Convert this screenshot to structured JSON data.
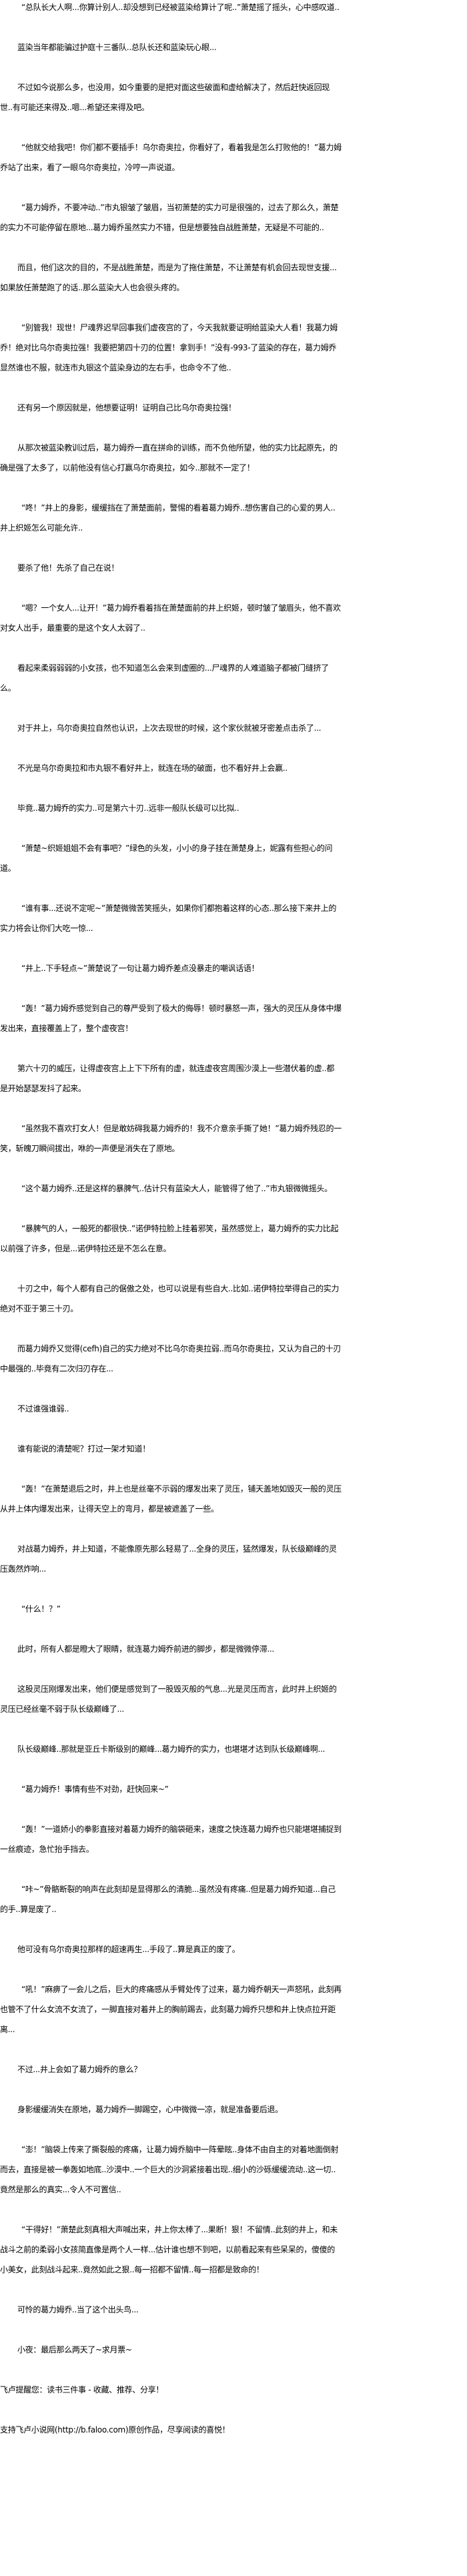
{
  "chapter": {
    "paragraphs": [
      "“总队长大人啊...你算计别人..却没想到已经被蓝染给算计了呢..”萧楚摇了摇头，心中感叹道..",
      "蓝染当年都能骗过护庭十三番队..总队长还和蓝染玩心眼...",
      "不过如今说那么多，也没用，如今重要的是把对面这些破面和虚给解决了，然后赶快返回现世..有可能还来得及..嗯...希望还来得及吧。",
      "“他就交给我吧！你们都不要插手！乌尔奇奥拉，你看好了，看着我是怎么打败他的！”葛力姆乔站了出来，看了一眼乌尔奇奥拉，冷哼一声说道。",
      "“葛力姆乔，不要冲动..”市丸银皱了皱眉，当初萧楚的实力可是很强的，过去了那么久，萧楚的实力不可能停留在原地...葛力姆乔虽然实力不错，但是想要独自战胜萧楚，无疑是不可能的..",
      "而且，他们这次的目的，不是战胜萧楚，而是为了拖住萧楚，不让萧楚有机会回去现世支援...如果放任萧楚跑了的话..那么蓝染大人也会很头疼的。",
      "“别管我！现世！尸魂界迟早回事我们虚夜宫的了，今天我就要证明给蓝染大人看！我葛力姆乔！绝对比乌尔奇奥拉强！我要把第四十刃的位置！拿到手！”没有-993-了蓝染的存在，葛力姆乔显然谁也不服，就连市丸银这个蓝染身边的左右手，也命令不了他..",
      "还有另一个原因就是，他想要证明！证明自己比乌尔奇奥拉强！",
      "从那次被蓝染教训过后，葛力姆乔一直在拼命的训练，而不负他所望，他的实力比起原先，的确是强了太多了，以前他没有信心打赢乌尔奇奥拉，如今..那就不一定了！",
      "“咚！”井上的身影，缓缓挡在了萧楚面前，警惕的看着葛力姆乔..想伤害自己的心爱的男人..井上织姬怎么可能允许..",
      "要杀了他！先杀了自己在说！",
      "“嗯？一个女人...让开！”葛力姆乔看着挡在萧楚面前的井上织姬，顿时皱了皱眉头，他不喜欢对女人出手，最重要的是这个女人太弱了..",
      "看起来柔弱弱弱的小女孩，也不知道怎么会来到虚圈的...尸魂界的人难道脑子都被门缝挤了么。",
      "对于井上，乌尔奇奥拉自然也认识，上次去现世的时候，这个家伙就被牙密差点击杀了...",
      "不光是乌尔奇奥拉和市丸银不看好井上，就连在场的破面，也不看好井上会赢..",
      "毕竟..葛力姆乔的实力..可是第六十刃..远非一般队长级可以比拟..",
      "“萧楚~织姬姐姐不会有事吧？”绿色的头发，小小的身子挂在萧楚身上，妮露有些担心的问道。",
      "“谁有事...还说不定呢~”萧楚微微苦笑摇头，如果你们都抱着这样的心态..那么接下来井上的实力将会让你们大吃一惊...",
      "“井上..下手轻点~”萧楚说了一句让葛力姆乔差点没暴走的嘲讽话语！",
      "“轰！”葛力姆乔感觉到自己的尊严受到了极大的侮辱！顿时暴怒一声，强大的灵压从身体中爆发出来，直接覆盖上了，整个虚夜宫！",
      "第六十刃的威压，让得虚夜宫上上下下所有的虚，就连虚夜宫周围沙漠上一些潜伏着的虚..都是开始瑟瑟发抖了起来。",
      "“虽然我不喜欢打女人！但是敢妨碍我葛力姆乔的！我不介意亲手撕了她！”葛力姆乔残忍的一笑，斩魄刀瞬间拔出，咻的一声便是消失在了原地。",
      "“这个葛力姆乔..还是这样的暴脾气..估计只有蓝染大人，能管得了他了..”市丸银微微摇头。",
      "“暴脾气的人，一般死的都很快..”诺伊特拉脸上挂着邪笑，虽然感觉上，葛力姆乔的实力比起以前强了许多，但是...诺伊特拉还是不怎么在意。",
      "十刃之中，每个人都有自己的倨傲之处，也可以说是有些自大..比如..诺伊特拉举得自己的实力绝对不亚于第三十刃。",
      "而葛力姆乔又觉得(cefh)自己的实力绝对不比乌尔奇奥拉弱..而乌尔奇奥拉，又认为自己的十刃中最强的..毕竟有二次归刃存在...",
      "不过谁强谁弱..",
      "谁有能说的清楚呢？打过一架才知道！",
      "“轰！”在萧楚退后之时，井上也是丝毫不示弱的爆发出来了灵压，铺天盖地如毁灭一般的灵压从井上体内爆发出来，让得天空上的弯月，都是被遮盖了一些。",
      "对战葛力姆乔，井上知道，不能像原先那么轻易了...全身的灵压，猛然爆发，队长级巅峰的灵压轰然炸响...",
      "“什么！？”",
      "此时，所有人都是瞪大了眼睛，就连葛力姆乔前进的脚步，都是微微停滞...",
      "这股灵压刚爆发出来，他们便是感觉到了一股毁灭般的气息...光是灵压而言，此时井上织姬的灵压已经丝毫不弱于队长级巅峰了...",
      "队长级巅峰..那就是亚丘卡斯级别的巅峰...葛力姆乔的实力，也堪堪才达到队长级巅峰啊...",
      "“葛力姆乔！事情有些不对劲，赶快回来~”",
      "“轰！”一道娇小的拳影直接对着葛力姆乔的脑袋砸来，速度之快连葛力姆乔也只能堪堪捕捉到一丝痕迹，急忙抬手挡去。",
      "“咔~”骨骼断裂的响声在此刻却是显得那么的清脆...虽然没有疼痛..但是葛力姆乔知道...自己的手..算是废了..",
      "他可没有乌尔奇奥拉那样的超速再生...手段了..算是真正的废了。",
      "“吼！”麻痹了一会儿之后，巨大的疼痛感从手臂处传了过来，葛力姆乔朝天一声怒吼，此刻再也管不了什么女流不女流了，一脚直接对着井上的胸前踢去，此刻葛力姆乔只想和井上快点拉开距离...",
      "不过...井上会如了葛力姆乔的意么？",
      "身影缓缓消失在原地，葛力姆乔一脚踢空，心中微微一凉，就是准备要后退。",
      "“澎！”脑袋上传来了撕裂般的疼痛，让葛力姆乔脑中一阵晕眩..身体不由自主的对着地面倒射而去，直接是被一拳轰如地底..沙漠中..一个巨大的沙洞紧接着出现..细小的沙砾缓缓流动..这一切..竟然是那么的真实...令人不可置信..",
      "“干得好！”萧楚此刻真相大声喊出来，井上你太棒了...果断！狠！不留情..此刻的井上，和未战斗之前的柔弱小女孩简直像是两个人一样...估计谁也想不到吧，以前看起来有些呆呆的，傻傻的小美女，此刻战斗起来..竟然如此之狠..每一招都不留情..每一招都是致命的！",
      "可怜的葛力姆乔..当了这个出头鸟...",
      "小夜：最后那么两天了~求月票~"
    ]
  },
  "footer": {
    "reminder": "飞卢提醒您：读书三件事 - 收藏、推荐、分享！",
    "support": "支持飞卢小说网(http://b.faloo.com)原创作品，尽享阅读的喜悦！"
  }
}
